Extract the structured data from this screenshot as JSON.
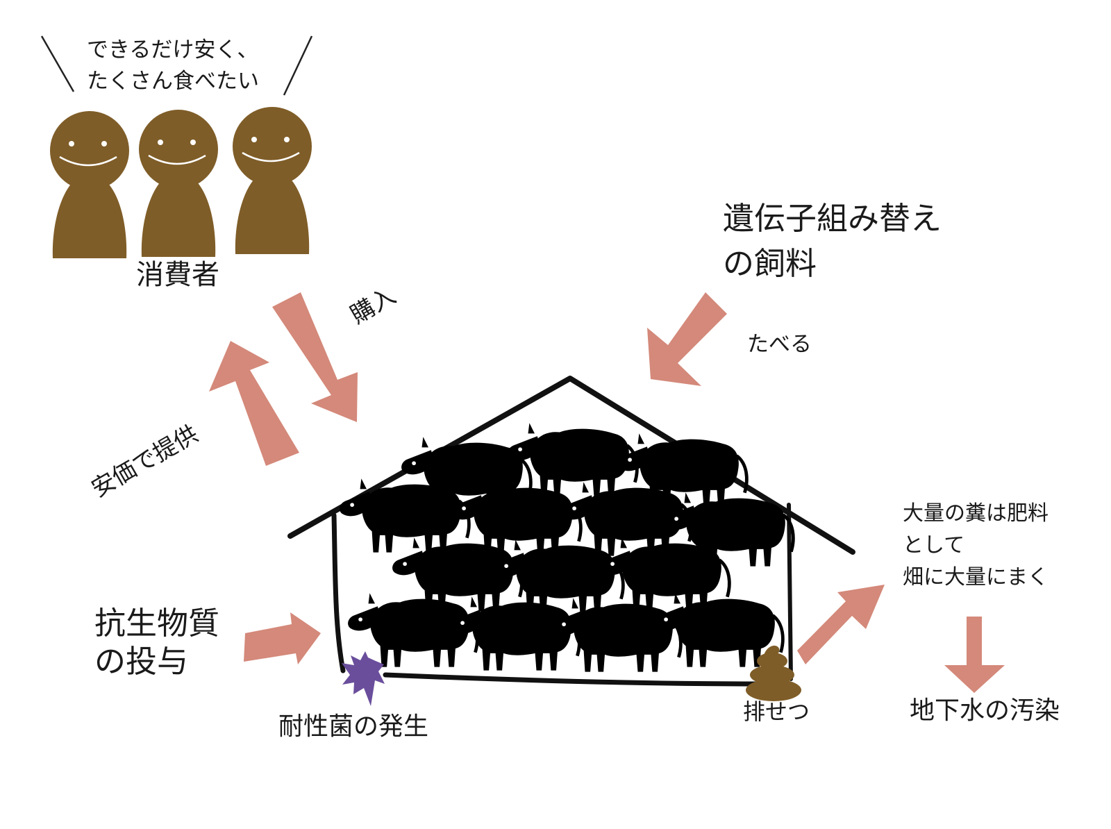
{
  "consumers": {
    "speech_line1": "できるだけ安く、",
    "speech_line2": "たくさん食べたい",
    "label": "消費者",
    "color": "#7f5d28"
  },
  "arrows": {
    "purchase": "購入",
    "cheap_supply": "安価で提供",
    "eat": "たべる",
    "color": "#d4897a"
  },
  "feed": {
    "line1": "遺伝子組み替え",
    "line2": "の飼料"
  },
  "antibiotics": {
    "line1": "抗生物質",
    "line2": "の投与"
  },
  "resistant_bacteria": {
    "label": "耐性菌の発生",
    "color": "#6a4e9c"
  },
  "excretion": {
    "label": "排せつ",
    "color": "#7f5d28"
  },
  "manure": {
    "line1": "大量の糞は肥料",
    "line2": "として",
    "line3": "畑に大量にまく"
  },
  "groundwater": {
    "label": "地下水の汚染"
  }
}
